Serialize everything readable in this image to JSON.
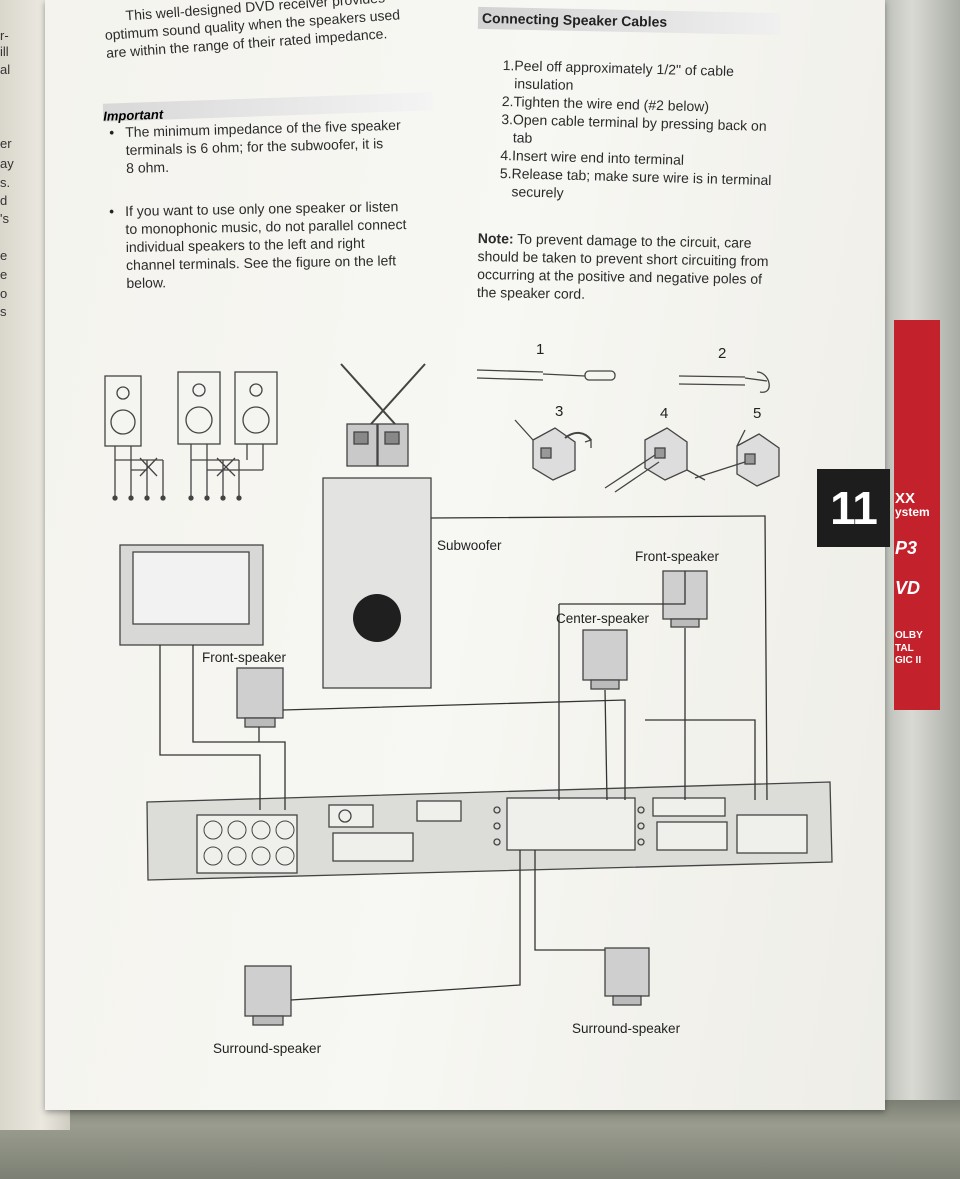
{
  "intro": {
    "line1": "This well-designed DVD receiver provides",
    "line2": "optimum sound quality when the speakers used",
    "line3": "are within the range of their rated impedance."
  },
  "important": {
    "title": "Important",
    "bullet1": [
      "The minimum impedance of the five speaker",
      "terminals is 6 ohm;  for the subwoofer,  it is",
      "8 ohm."
    ],
    "bullet2": [
      "If you want to use only one speaker or listen",
      "to monophonic music, do not parallel connect",
      "individual speakers to the left and right",
      "channel terminals. See the figure on the left",
      "below."
    ]
  },
  "cables": {
    "title": "Connecting Speaker Cables",
    "steps": [
      [
        "1.Peel off approximately 1/2\" of cable",
        "insulation"
      ],
      [
        "2.Tighten the wire end (#2 below)"
      ],
      [
        "3.Open cable terminal by pressing back on",
        "tab"
      ],
      [
        "4.Insert wire end into terminal"
      ],
      [
        "5.Release tab; make sure wire is in terminal",
        "securely"
      ]
    ],
    "note_label": "Note:",
    "note_lines": [
      " To prevent damage to the circuit, care",
      "should be taken to prevent short circuiting from",
      "occurring at the positive and negative poles of",
      "the speaker cord."
    ]
  },
  "diagram_labels": {
    "subwoofer": "Subwoofer",
    "front_right": "Front-speaker",
    "center": "Center-speaker",
    "front_left": "Front-speaker",
    "surround_left": "Surround-speaker",
    "surround_right": "Surround-speaker",
    "step_numbers": [
      "1",
      "2",
      "3",
      "4",
      "5"
    ]
  },
  "page_tab": "11",
  "side_booklet": [
    "XX",
    "ystem",
    "P3",
    "VD",
    "OLBY",
    "TAL",
    "GIC II"
  ],
  "prev_page_fragments": [
    "r-",
    "ill",
    "al",
    "er",
    "ay",
    "s.",
    "d",
    "'s",
    "e",
    "e",
    "o",
    "s"
  ]
}
